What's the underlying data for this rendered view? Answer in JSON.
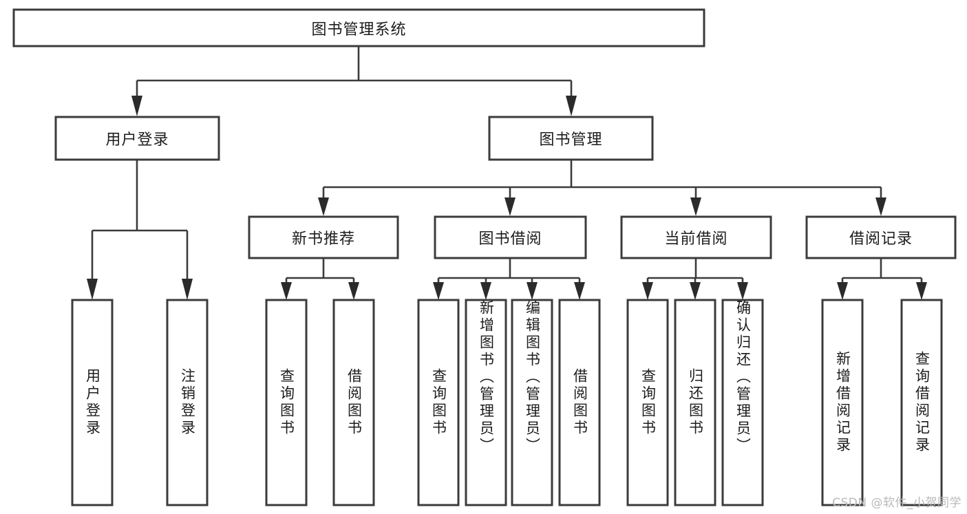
{
  "diagram": {
    "type": "tree-hierarchy-diagram",
    "title": "图书管理系统",
    "watermark": "CSDN @软件_小贺同学",
    "style": {
      "box_fill": "#ffffff",
      "box_stroke": "#3b3b3b",
      "connector_color": "#3b3b3b",
      "text_color": "#1c1c1c",
      "background": "#ffffff",
      "watermark_color": "#b9b9b9"
    },
    "levels": {
      "level1": [
        {
          "id": "root",
          "label": "图书管理系统",
          "orientation": "horizontal"
        }
      ],
      "level2": [
        {
          "id": "user-login",
          "label": "用户登录",
          "orientation": "horizontal",
          "parent": "root"
        },
        {
          "id": "book-manage",
          "label": "图书管理",
          "orientation": "horizontal",
          "parent": "root"
        }
      ],
      "level3": [
        {
          "id": "new-book-rec",
          "label": "新书推荐",
          "orientation": "horizontal",
          "parent": "book-manage"
        },
        {
          "id": "book-borrow",
          "label": "图书借阅",
          "orientation": "horizontal",
          "parent": "book-manage"
        },
        {
          "id": "current-borrow",
          "label": "当前借阅",
          "orientation": "horizontal",
          "parent": "book-manage"
        },
        {
          "id": "borrow-record",
          "label": "借阅记录",
          "orientation": "horizontal",
          "parent": "book-manage"
        }
      ],
      "level4": [
        {
          "id": "leaf-user-login",
          "label": "用户登录",
          "orientation": "vertical",
          "parent": "user-login"
        },
        {
          "id": "leaf-logout",
          "label": "注销登录",
          "orientation": "vertical",
          "parent": "user-login"
        },
        {
          "id": "leaf-query-book-1",
          "label": "查询图书",
          "orientation": "vertical",
          "parent": "new-book-rec"
        },
        {
          "id": "leaf-borrow-book-1",
          "label": "借阅图书",
          "orientation": "vertical",
          "parent": "new-book-rec"
        },
        {
          "id": "leaf-query-book-2",
          "label": "查询图书",
          "orientation": "vertical",
          "parent": "book-borrow"
        },
        {
          "id": "leaf-add-book",
          "label": "新增图书（管理员）",
          "orientation": "vertical",
          "parent": "book-borrow"
        },
        {
          "id": "leaf-edit-book",
          "label": "编辑图书（管理员）",
          "orientation": "vertical",
          "parent": "book-borrow"
        },
        {
          "id": "leaf-borrow-book-2",
          "label": "借阅图书",
          "orientation": "vertical",
          "parent": "book-borrow"
        },
        {
          "id": "leaf-query-book-3",
          "label": "查询图书",
          "orientation": "vertical",
          "parent": "current-borrow"
        },
        {
          "id": "leaf-return-book",
          "label": "归还图书",
          "orientation": "vertical",
          "parent": "current-borrow"
        },
        {
          "id": "leaf-confirm-return",
          "label": "确认归还（管理员）",
          "orientation": "vertical",
          "parent": "current-borrow"
        },
        {
          "id": "leaf-add-record",
          "label": "新增借阅记录",
          "orientation": "vertical",
          "parent": "borrow-record"
        },
        {
          "id": "leaf-query-record",
          "label": "查询借阅记录",
          "orientation": "vertical",
          "parent": "borrow-record"
        }
      ]
    }
  }
}
